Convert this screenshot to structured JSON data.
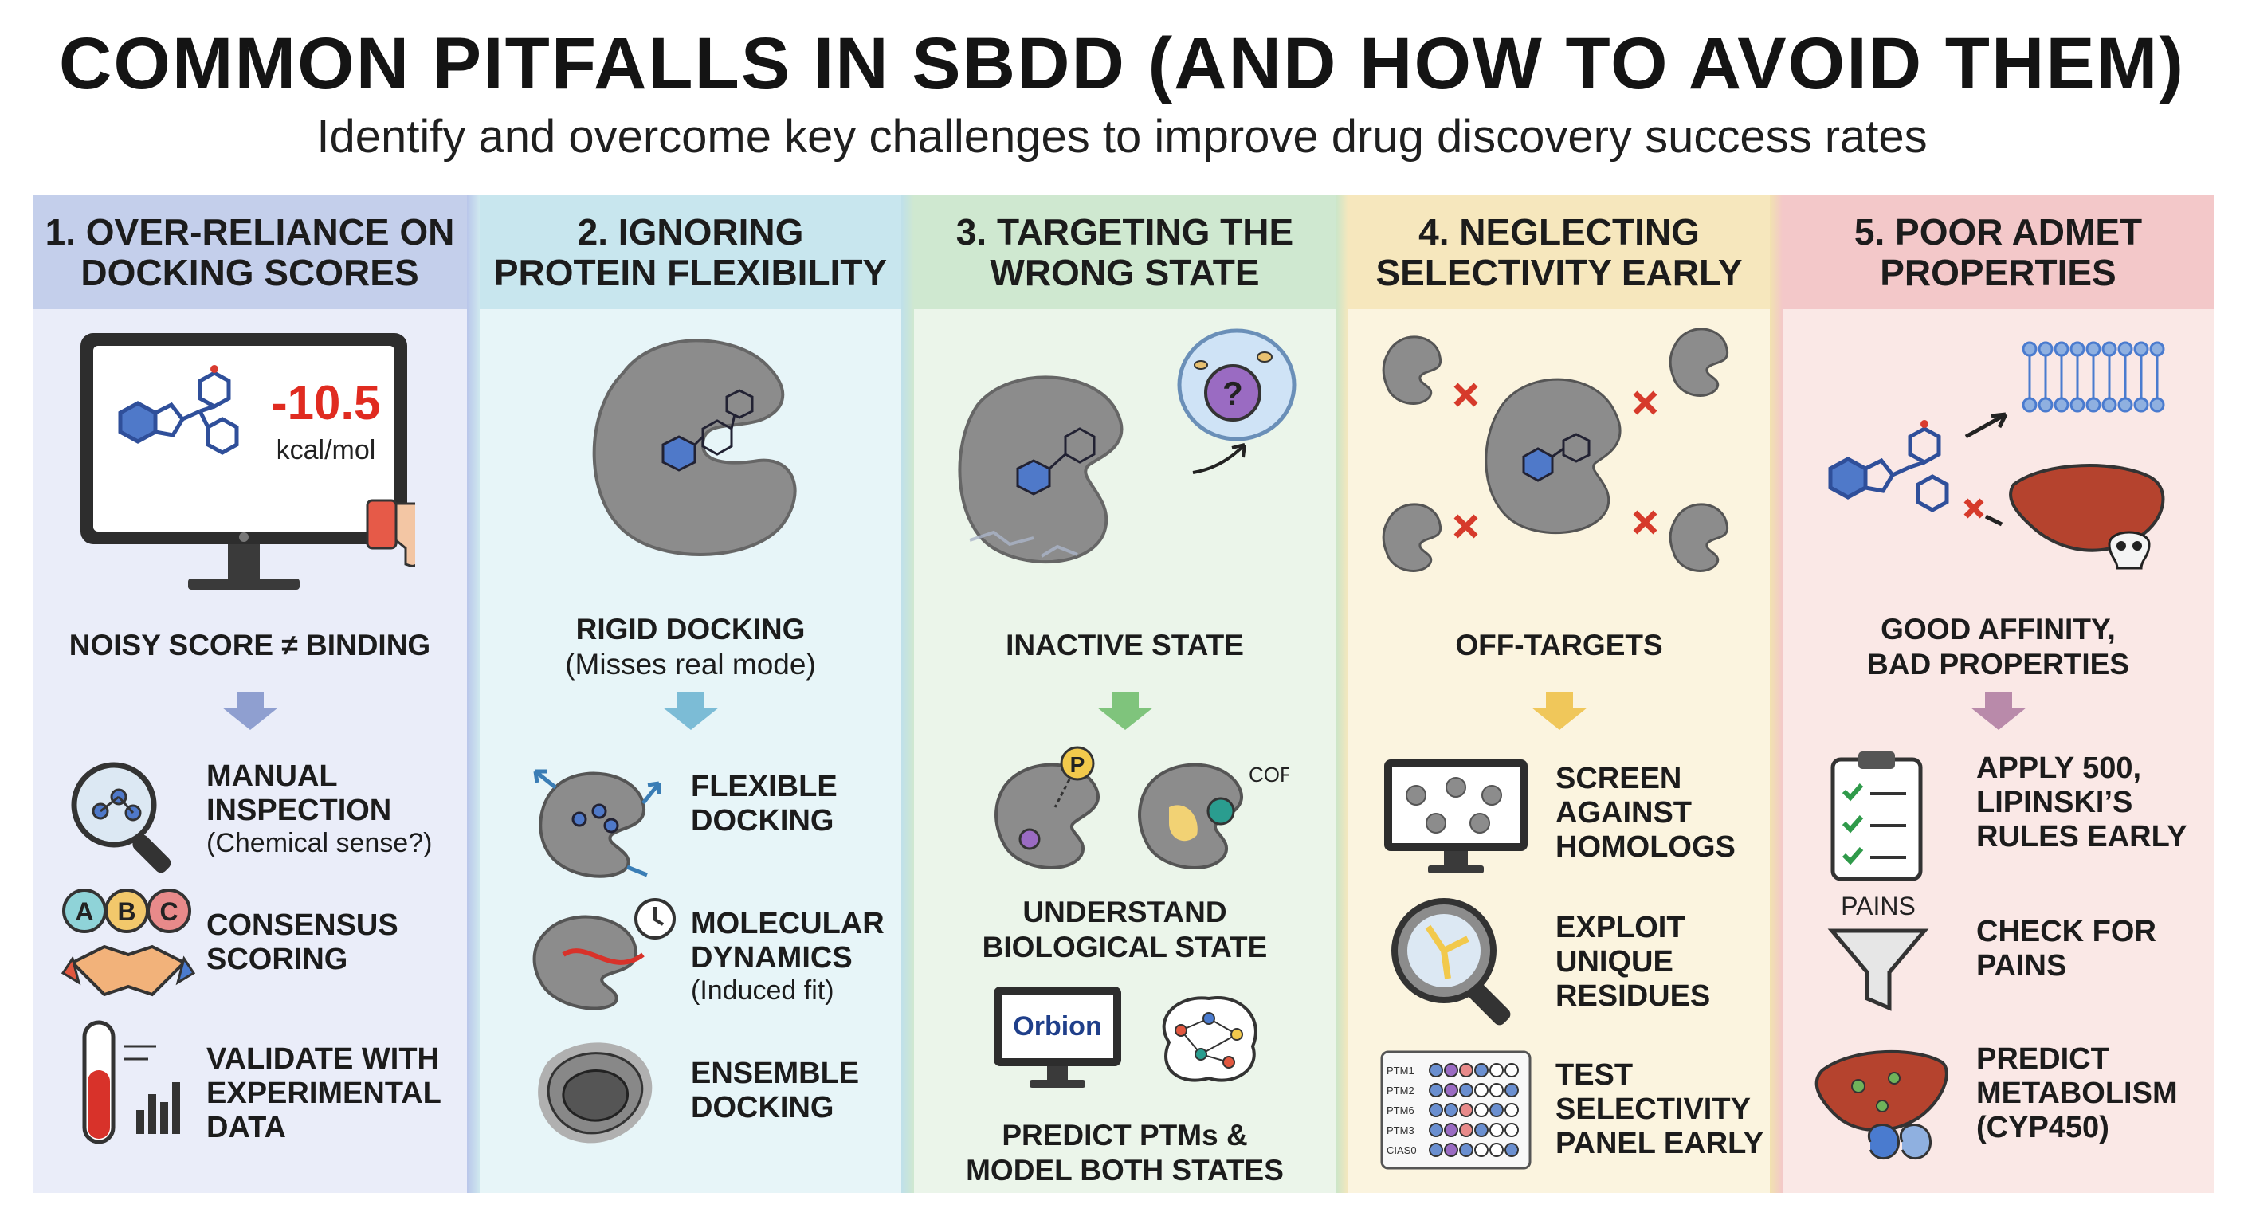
{
  "title": "COMMON PITFALLS IN SBDD (AND HOW TO AVOID THEM)",
  "subtitle": "Identify and overcome key challenges to improve drug discovery success rates",
  "colors": {
    "col1": "#c4cfeb",
    "col2": "#c8e6ee",
    "col3": "#cfe8d0",
    "col4": "#f6e7bd",
    "col5": "#f3c8c9",
    "protein": "#8a8a8a",
    "score_red": "#e02b20",
    "cross_red": "#d63a2b"
  },
  "columns": [
    {
      "header": [
        "1. OVER-RELIANCE ON",
        "DOCKING SCORES"
      ],
      "score_value": "-10.5",
      "score_unit": "kcal/mol",
      "caption": "NOISY SCORE ≠ BINDING",
      "solutions": [
        {
          "icon": "magnifier-molecule-icon",
          "lines": [
            "MANUAL",
            "INSPECTION"
          ],
          "note": "(Chemical sense?)"
        },
        {
          "icon": "abc-handshake-icon",
          "letters": [
            "A",
            "B",
            "C"
          ],
          "lines": [
            "CONSENSUS",
            "SCORING"
          ]
        },
        {
          "icon": "test-tube-chart-icon",
          "lines": [
            "VALIDATE WITH",
            "EXPERIMENTAL",
            "DATA"
          ]
        }
      ]
    },
    {
      "header": [
        "2. IGNORING",
        "PROTEIN FLEXIBILITY"
      ],
      "caption": "RIGID DOCKING",
      "caption_note": "(Misses real mode)",
      "solutions": [
        {
          "icon": "flexible-protein-icon",
          "lines": [
            "FLEXIBLE",
            "DOCKING"
          ]
        },
        {
          "icon": "protein-clock-icon",
          "lines": [
            "MOLECULAR",
            "DYNAMICS"
          ],
          "note": "(Induced fit)"
        },
        {
          "icon": "protein-ensemble-icon",
          "lines": [
            "ENSEMBLE",
            "DOCKING"
          ]
        }
      ]
    },
    {
      "header": [
        "3. TARGETING THE",
        "WRONG STATE"
      ],
      "caption": "INACTIVE STATE",
      "cell_mark": "?",
      "solutions_caption": [
        "UNDERSTAND",
        "BIOLOGICAL STATE"
      ],
      "phospho_label": "P",
      "cof_label": "COF",
      "monitor_label": "Orbion",
      "final_caption": [
        "PREDICT PTMs &",
        "MODEL BOTH STATES"
      ]
    },
    {
      "header": [
        "4. NEGLECTING",
        "SELECTIVITY EARLY"
      ],
      "caption": "OFF-TARGETS",
      "solutions": [
        {
          "icon": "monitor-screen-icon",
          "lines": [
            "SCREEN",
            "AGAINST",
            "HOMOLOGS"
          ]
        },
        {
          "icon": "magnifier-residue-icon",
          "lines": [
            "EXPLOIT",
            "UNIQUE",
            "RESIDUES"
          ]
        },
        {
          "icon": "panel-grid-icon",
          "lines": [
            "TEST",
            "SELECTIVITY",
            "PANEL EARLY"
          ]
        }
      ],
      "panel_rows": [
        "PTM1",
        "PTM2",
        "PTM6",
        "PTM3",
        "CIAS0"
      ]
    },
    {
      "header": [
        "5. POOR ADMET",
        "PROPERTIES"
      ],
      "caption": [
        "GOOD AFFINITY,",
        "BAD PROPERTIES"
      ],
      "solutions": [
        {
          "icon": "clipboard-checklist-icon",
          "lines": [
            "APPLY 500,",
            "LIPINSKI’S",
            "RULES EARLY"
          ]
        },
        {
          "icon": "funnel-icon",
          "label": "PAINS",
          "lines": [
            "CHECK FOR",
            "PAINS"
          ]
        },
        {
          "icon": "liver-enzyme-icon",
          "lines": [
            "PREDICT",
            "METABOLISM",
            "(CYP450)"
          ]
        }
      ]
    }
  ]
}
